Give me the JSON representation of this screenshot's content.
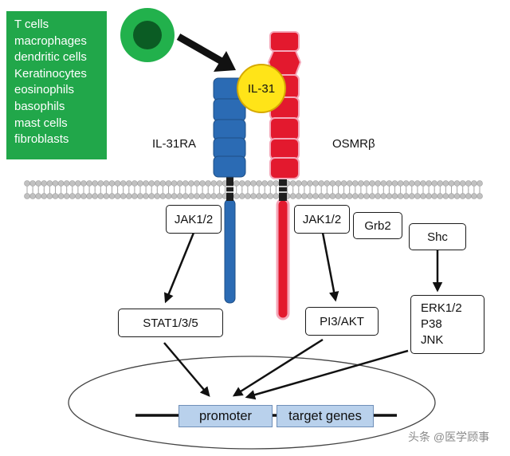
{
  "cell_types": [
    "T cells",
    "macrophages",
    "dendritic cells",
    "Keratinocytes",
    "eosinophils",
    "basophils",
    "mast cells",
    "fibroblasts"
  ],
  "ligand": "IL-31",
  "receptors": {
    "left": "IL-31RA",
    "right": "OSMRβ"
  },
  "kinases": {
    "left": "JAK1/2",
    "right": "JAK1/2"
  },
  "adaptors": {
    "grb2": "Grb2",
    "shc": "Shc"
  },
  "targets": {
    "stat": "STAT1/3/5",
    "pi3k": "PI3/AKT",
    "mapk": [
      "ERK1/2",
      "P38",
      "JNK"
    ]
  },
  "gene": {
    "promoter": "promoter",
    "target": "target genes"
  },
  "watermark": "头条 @医学顾事",
  "colors": {
    "cell_list_bg": "#21a74a",
    "il31ra_blue": "#2b6bb4",
    "osmr_red": "#e3192e",
    "osmr_outline": "#f4a7b9",
    "ligand_yellow": "#ffe418",
    "cell_outer": "#22b14c",
    "cell_inner": "#0b5c24",
    "membrane": "#b9b9b9",
    "gene_box": "#b9d1ec"
  }
}
